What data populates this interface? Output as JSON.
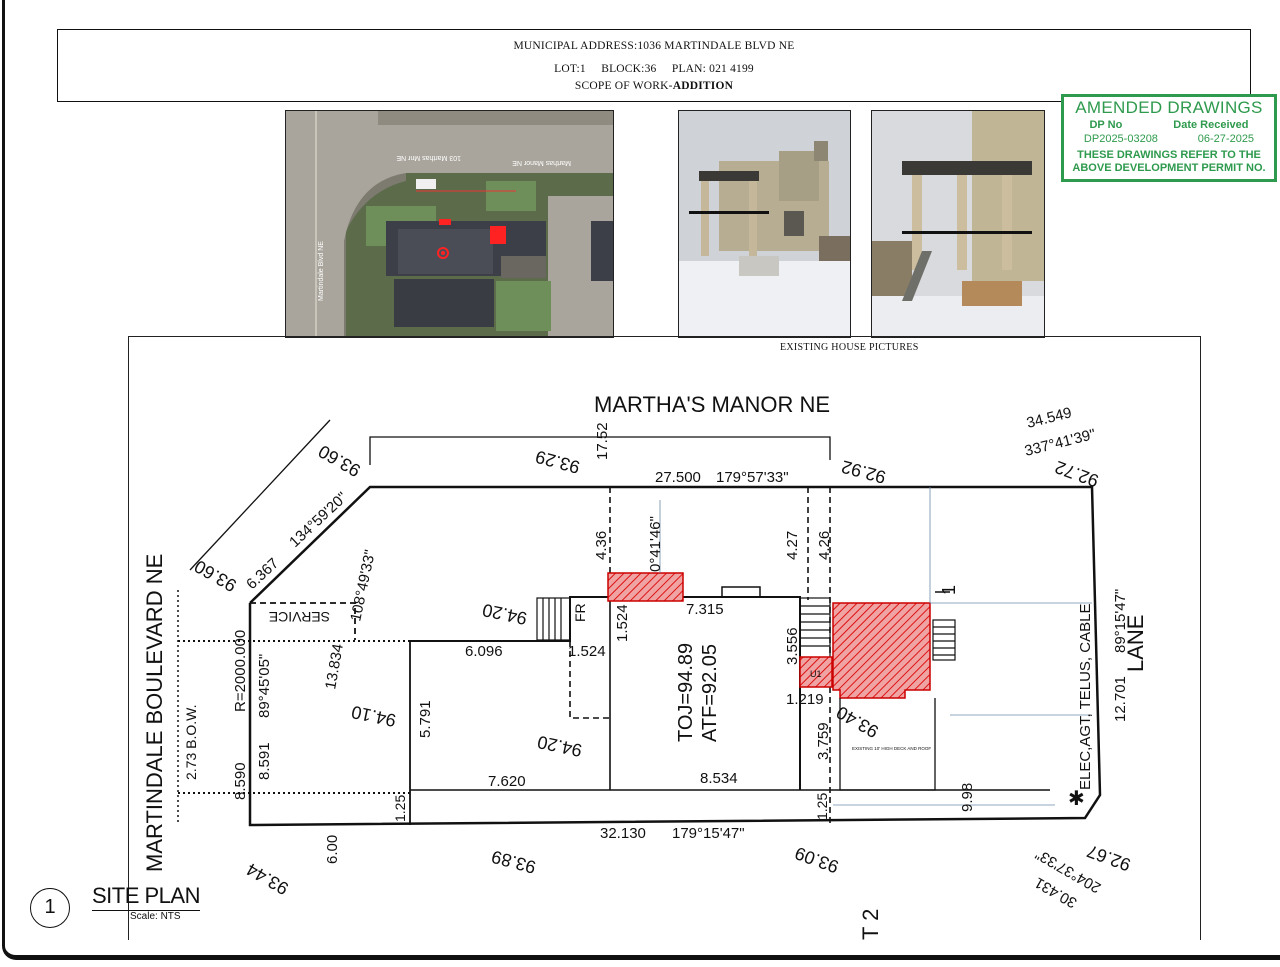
{
  "header": {
    "address_line": "MUNICIPAL ADDRESS:1036 MARTINDALE BLVD NE",
    "lot_line": "LOT:1     BLOCK:36     PLAN: 021 4199",
    "scope_prefix": "SCOPE OF WORK-",
    "scope_value": "ADDITION"
  },
  "stamp": {
    "title": "AMENDED DRAWINGS",
    "dp_label": "DP No",
    "date_label": "Date Received",
    "dp_value": "DP2025-03208",
    "date_value": "06-27-2025",
    "note_line1": "THESE DRAWINGS REFER TO THE",
    "note_line2": "ABOVE DEVELOPMENT PERMIT NO.",
    "color": "#2e9a4d"
  },
  "aerial": {
    "street_label": "Martindale Blvd NE",
    "street_label_top": "Marthas Manor NE",
    "address_label": "103 Marthas Mnr NE"
  },
  "photos_caption": "EXISTING HOUSE PICTURES",
  "plan": {
    "streets": {
      "top": "MARTHA'S MANOR NE",
      "left": "MARTINDALE BOULEVARD NE",
      "right": "LANE",
      "bottom_partial": "T 2"
    },
    "dims": {
      "top_length": "27.500",
      "top_bearing": "179°57'33\"",
      "bottom_length": "32.130",
      "bottom_bearing": "179°15'47\"",
      "right_length": "12.701",
      "right_bearing": "89°15'47\"",
      "left_r": "R=2000.000",
      "left_bearing": "89°45'05\"",
      "left_591": "8.591",
      "left_590": "8.590",
      "bow": "2.73 B.O.W.",
      "corner_len": "6.367",
      "corner_bearing": "134°59'20\"",
      "angle_108": "108°49'33\"",
      "service": "SERVICE",
      "d13834": "13.834",
      "d6096": "6.096",
      "d1524a": "1.524",
      "d1524b": "1.524",
      "d7315": "7.315",
      "d5791": "5.791",
      "d7620": "7.620",
      "d8534": "8.534",
      "d125a": "1.25",
      "d125b": "1.25",
      "d600": "6.00",
      "d436": "4.36",
      "d427": "4.27",
      "d426": "4.26",
      "d1752": "17.52",
      "d3556": "3.556",
      "d1219": "1.219",
      "d3759": "3.759",
      "d998": "9.98",
      "angle_041": "0°41'46\"",
      "toj": "TOJ=94.89",
      "atf": "ATF=92.05",
      "elev_9420a": "94.20",
      "elev_9420b": "94.20",
      "elev_9410": "94.10",
      "elev_9340": "93.40",
      "elev_9360a": "93.60",
      "elev_9360b": "93.60",
      "elev_9329": "93.29",
      "elev_9292": "92.92",
      "elev_9272": "92.72",
      "elev_9267": "92.67",
      "elev_9344": "93.44",
      "elev_9389": "93.89",
      "elev_9309": "93.09",
      "tr_len": "34.549",
      "tr_bearing": "337°41'39\"",
      "br_len": "30.431",
      "br_bearing": "204°37'33\"",
      "utilities": "ELEC,AGT, TELUS, CABLE",
      "marker_1": "1",
      "deck_note": "EXISTING 10' HIGH DECK AND ROOF",
      "fr": "FR",
      "u1": "U1"
    }
  },
  "site_plan": {
    "number": "1",
    "title": "SITE PLAN",
    "scale": "Scale: NTS"
  }
}
